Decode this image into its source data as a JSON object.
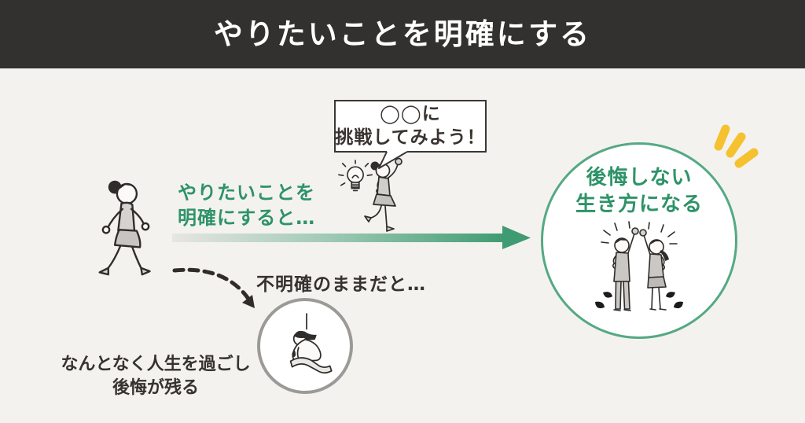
{
  "header": {
    "title": "やりたいことを明確にする"
  },
  "speech_bubble": {
    "line1": "◯◯に",
    "line2": "挑戦してみよう！"
  },
  "clear_path": {
    "label_line1": "やりたいことを",
    "label_line2": "明確にすると…",
    "outcome_line1": "後悔しない",
    "outcome_line2": "生き方になる"
  },
  "unclear_path": {
    "label": "不明確のままだと…",
    "outcome_line1": "なんとなく人生を過ごし",
    "outcome_line2": "後悔が残る"
  },
  "icons": {
    "walking_person": "walking-person-illustration",
    "lightbulb": "lightbulb-idea-icon",
    "energized_person": "person-raising-fist-illustration",
    "cheering_people": "two-people-cheering-illustration",
    "crouching_person": "dejected-crouching-person-illustration",
    "sparkle": "yellow-emphasis-sparkle",
    "green_arrow": "gradient-right-arrow",
    "dashed_arrow": "dashed-curved-down-arrow"
  },
  "colors": {
    "header_bg": "#323130",
    "background": "#f3f2ee",
    "accent_green": "#2e9368",
    "arrow_green": "#3f9b71",
    "circle_border_green": "#55a983",
    "circle_border_gray": "#9b9a97",
    "text_dark": "#35322f",
    "sparkle_yellow": "#f5c12f"
  }
}
